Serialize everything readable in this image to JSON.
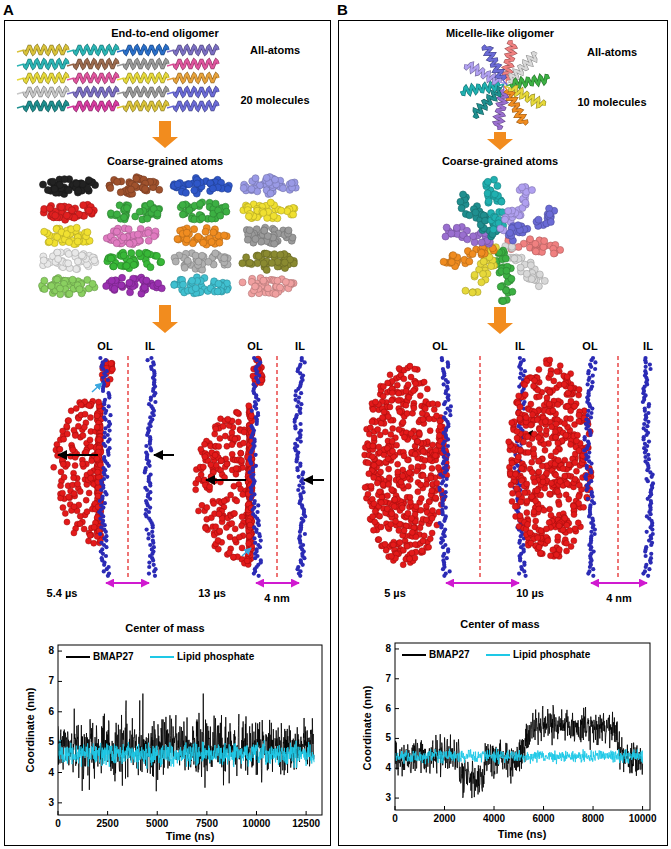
{
  "diagram": {
    "nodes": [
      {
        "text": [
          "A"
        ]
      },
      {
        "text": [
          "B"
        ]
      }
    ],
    "labels": [
      "End-to-end oligomer",
      "All-atoms",
      "20 molecules",
      "Coarse-grained atoms",
      "OL",
      "IL",
      "OL",
      "IL",
      "5.4 µs",
      "13 µs",
      "4 nm",
      "Center of mass",
      "Coordinate (nm)",
      "Time (ns)",
      "3",
      "4",
      "5",
      "6",
      "7",
      "8",
      "0",
      "2500",
      "5000",
      "7500",
      "10000",
      "12500",
      "Micelle-like oligomer",
      "All-atoms",
      "10 molecules",
      "Coarse-grained atoms",
      "OL",
      "IL",
      "OL",
      "IL",
      "5 µs",
      "10 µs",
      "4 nm",
      "Center of mass",
      "Coordinate (nm)",
      "Time (ns)",
      "3",
      "4",
      "5",
      "6",
      "7",
      "8",
      "0",
      "2000",
      "4000",
      "6000",
      "8000",
      "10000"
    ],
    "legend": [
      {
        "text": "BMAP27"
      },
      {
        "text": "Lipid phosphate"
      },
      {
        "text": "BMAP27"
      },
      {
        "text": "Lipid phosphate"
      }
    ]
  }
}
